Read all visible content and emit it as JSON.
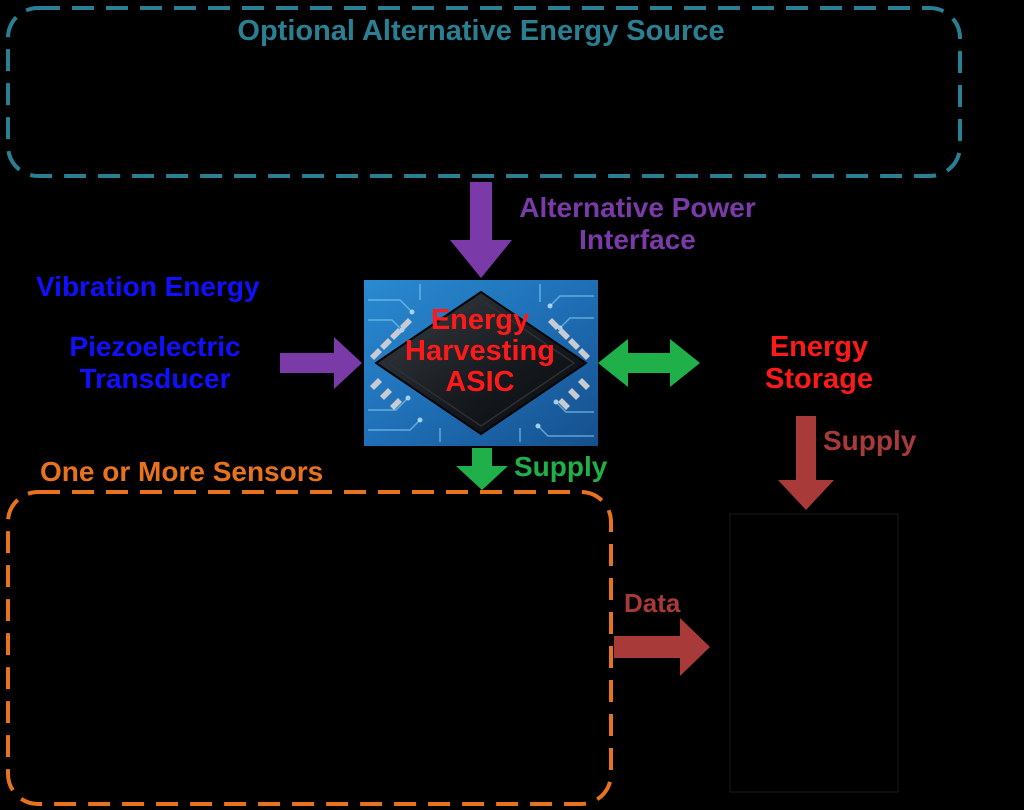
{
  "colors": {
    "background": "#000000",
    "alt_source": "#2a7f93",
    "alt_power": "#7a3aa8",
    "vibration": "#1010ff",
    "asic_text": "#ff1a1a",
    "storage": "#ff1a1a",
    "supply_green": "#1fb04a",
    "supply_red": "#a83a3a",
    "sensors": "#e8731f",
    "chip_board": "#1f6fb6"
  },
  "alt_source": {
    "title": "Optional Alternative Energy Source"
  },
  "alt_power": {
    "line1": "Alternative Power",
    "line2": "Interface"
  },
  "vibration": {
    "title": "Vibration Energy",
    "line1": "Piezoelectric",
    "line2": "Transducer"
  },
  "asic": {
    "line1": "Energy",
    "line2": "Harvesting",
    "line3": "ASIC",
    "icon": "chip-icon"
  },
  "storage": {
    "line1": "Energy",
    "line2": "Storage"
  },
  "supply": {
    "asic_to_sensors": "Supply",
    "storage_to_output": "Supply"
  },
  "sensors": {
    "title": "One or More Sensors"
  },
  "data": {
    "label": "Data"
  }
}
